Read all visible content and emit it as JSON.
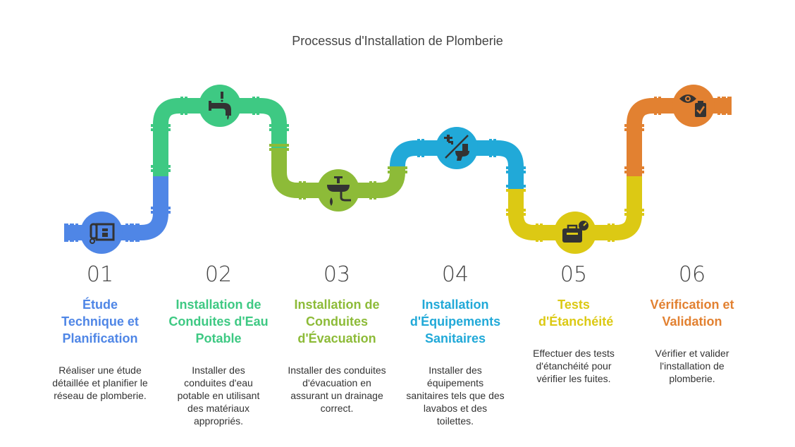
{
  "title": "Processus d'Installation de Plomberie",
  "colors": {
    "blue": "#4f86e6",
    "green": "#3ec983",
    "lime": "#8dbb38",
    "cyan": "#21a9d8",
    "yellow": "#dcc914",
    "orange": "#e28131"
  },
  "steps": [
    {
      "num": "01",
      "title": "Étude Technique et Planification",
      "desc": "Réaliser une étude détaillée et planifier le réseau de plomberie.",
      "color": "#4f86e6",
      "icon": "blueprint-icon"
    },
    {
      "num": "02",
      "title": "Installation de Conduites d'Eau Potable",
      "desc": "Installer des conduites d'eau potable en utilisant des matériaux appropriés.",
      "color": "#3ec983",
      "icon": "leaking-pipe-icon"
    },
    {
      "num": "03",
      "title": "Installation de Conduites d'Évacuation",
      "desc": "Installer des conduites d'évacuation en assurant un drainage correct.",
      "color": "#8dbb38",
      "icon": "sink-drain-icon"
    },
    {
      "num": "04",
      "title": "Installation d'Équipements Sanitaires",
      "desc": "Installer des équipements sanitaires tels que des lavabos et des toilettes.",
      "color": "#21a9d8",
      "icon": "faucet-toilet-icon"
    },
    {
      "num": "05",
      "title": "Tests d'Étanchéité",
      "desc": "Effectuer des tests d'étanchéité pour vérifier les fuites.",
      "color": "#dcc914",
      "icon": "toolbox-gauge-icon"
    },
    {
      "num": "06",
      "title": "Vérification et Validation",
      "desc": "Vérifier et valider l'installation de plomberie.",
      "color": "#e28131",
      "icon": "inspection-checklist-icon"
    }
  ]
}
